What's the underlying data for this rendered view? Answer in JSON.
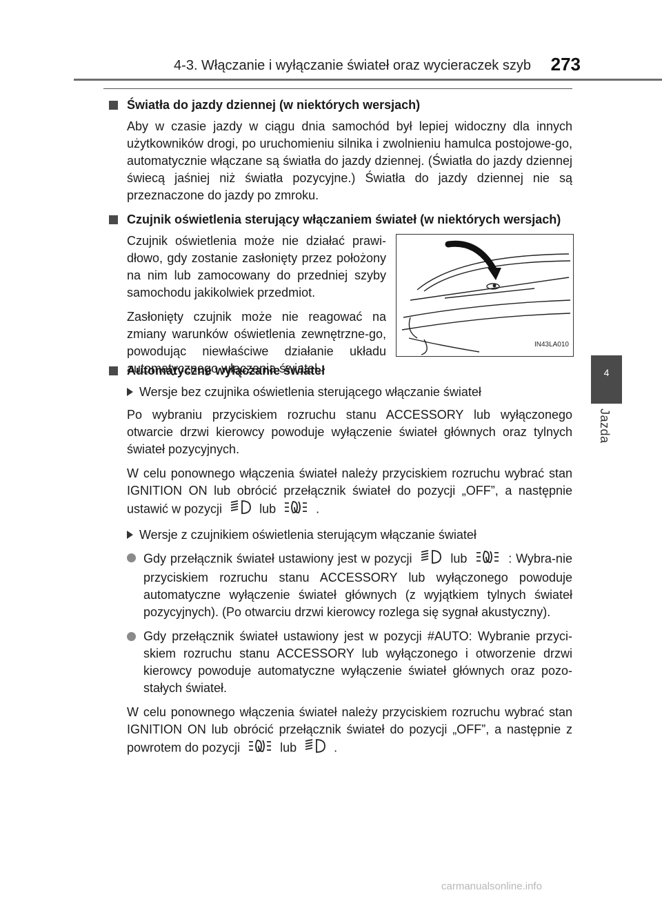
{
  "header": {
    "title": "4-3. Włączanie i wyłączanie świateł oraz wycieraczek szyb",
    "page_number": "273"
  },
  "side_tab": {
    "number": "4",
    "label": "Jazda"
  },
  "sections": {
    "drl": {
      "heading": "Światła do jazdy dziennej (w niektórych wersjach)",
      "body": "Aby w czasie jazdy w ciągu dnia samochód był lepiej widoczny dla innych użytkowników drogi, po uruchomieniu silnika i zwolnieniu hamulca postojowe-go, automatycznie włączane są światła do jazdy dziennej. (Światła do jazdy dziennej świecą jaśniej niż światła pozycyjne.) Światła do jazdy dziennej nie są przeznaczone do jazdy po zmroku."
    },
    "sensor": {
      "heading": "Czujnik oświetlenia sterujący włączaniem świateł (w niektórych wersjach)",
      "para1": "Czujnik oświetlenia może nie działać prawi-dłowo, gdy zostanie zasłonięty przez położony na nim lub zamocowany do przedniej szyby samochodu jakikolwiek przedmiot.",
      "para2": "Zasłonięty czujnik może nie reagować na zmiany warunków oświetlenia zewnętrzne-go, powodując niewłaściwe działanie układu automatycznego włączania świateł.",
      "figure_code": "IN43LA010"
    },
    "auto_off": {
      "heading": "Automatyczne wyłączanie świateł",
      "variant1": "Wersje bez czujnika oświetlenia sterującego włączanie świateł",
      "para1": "Po wybraniu przyciskiem rozruchu stanu ACCESSORY lub wyłączonego otwarcie drzwi kierowcy powoduje wyłączenie świateł głównych oraz tylnych świateł pozycyjnych.",
      "para2_a": "W celu ponownego włączenia świateł należy przyciskiem rozruchu wybrać stan IGNITION ON lub obrócić przełącznik świateł do pozycji „OFF”, a następnie ustawić w pozycji",
      "para2_lub": "lub",
      "para2_end": ".",
      "variant2": "Wersje z czujnikiem oświetlenia sterującym włączanie świateł",
      "bullet1_a": "Gdy przełącznik świateł ustawiony jest w pozycji",
      "bullet1_lub": "lub",
      "bullet1_b": ": Wybra-nie przyciskiem rozruchu stanu ACCESSORY lub wyłączonego powoduje automatyczne wyłączenie świateł głównych (z wyjątkiem tylnych świateł pozycyjnych). (Po otwarciu drzwi kierowcy rozlega się sygnał akustyczny).",
      "bullet2": "Gdy przełącznik świateł ustawiony jest w pozycji #AUTO: Wybranie przyci-skiem rozruchu stanu ACCESSORY lub wyłączonego i otworzenie drzwi kierowcy powoduje automatyczne wyłączenie świateł głównych oraz pozo-stałych świateł.",
      "para3_a": "W celu ponownego włączenia świateł należy przyciskiem rozruchu wybrać stan IGNITION ON lub obrócić przełącznik świateł do pozycji „OFF”, a następnie z powrotem do pozycji",
      "para3_lub": "lub",
      "para3_end": "."
    }
  },
  "icons": {
    "headlight": "headlight-icon",
    "parking_light": "parking-light-icon"
  },
  "colors": {
    "tab": "#4a4a4a",
    "rule": "#6e6e6e",
    "bullet": "#8a8a8a"
  },
  "watermark": "carmanualsonline.info"
}
